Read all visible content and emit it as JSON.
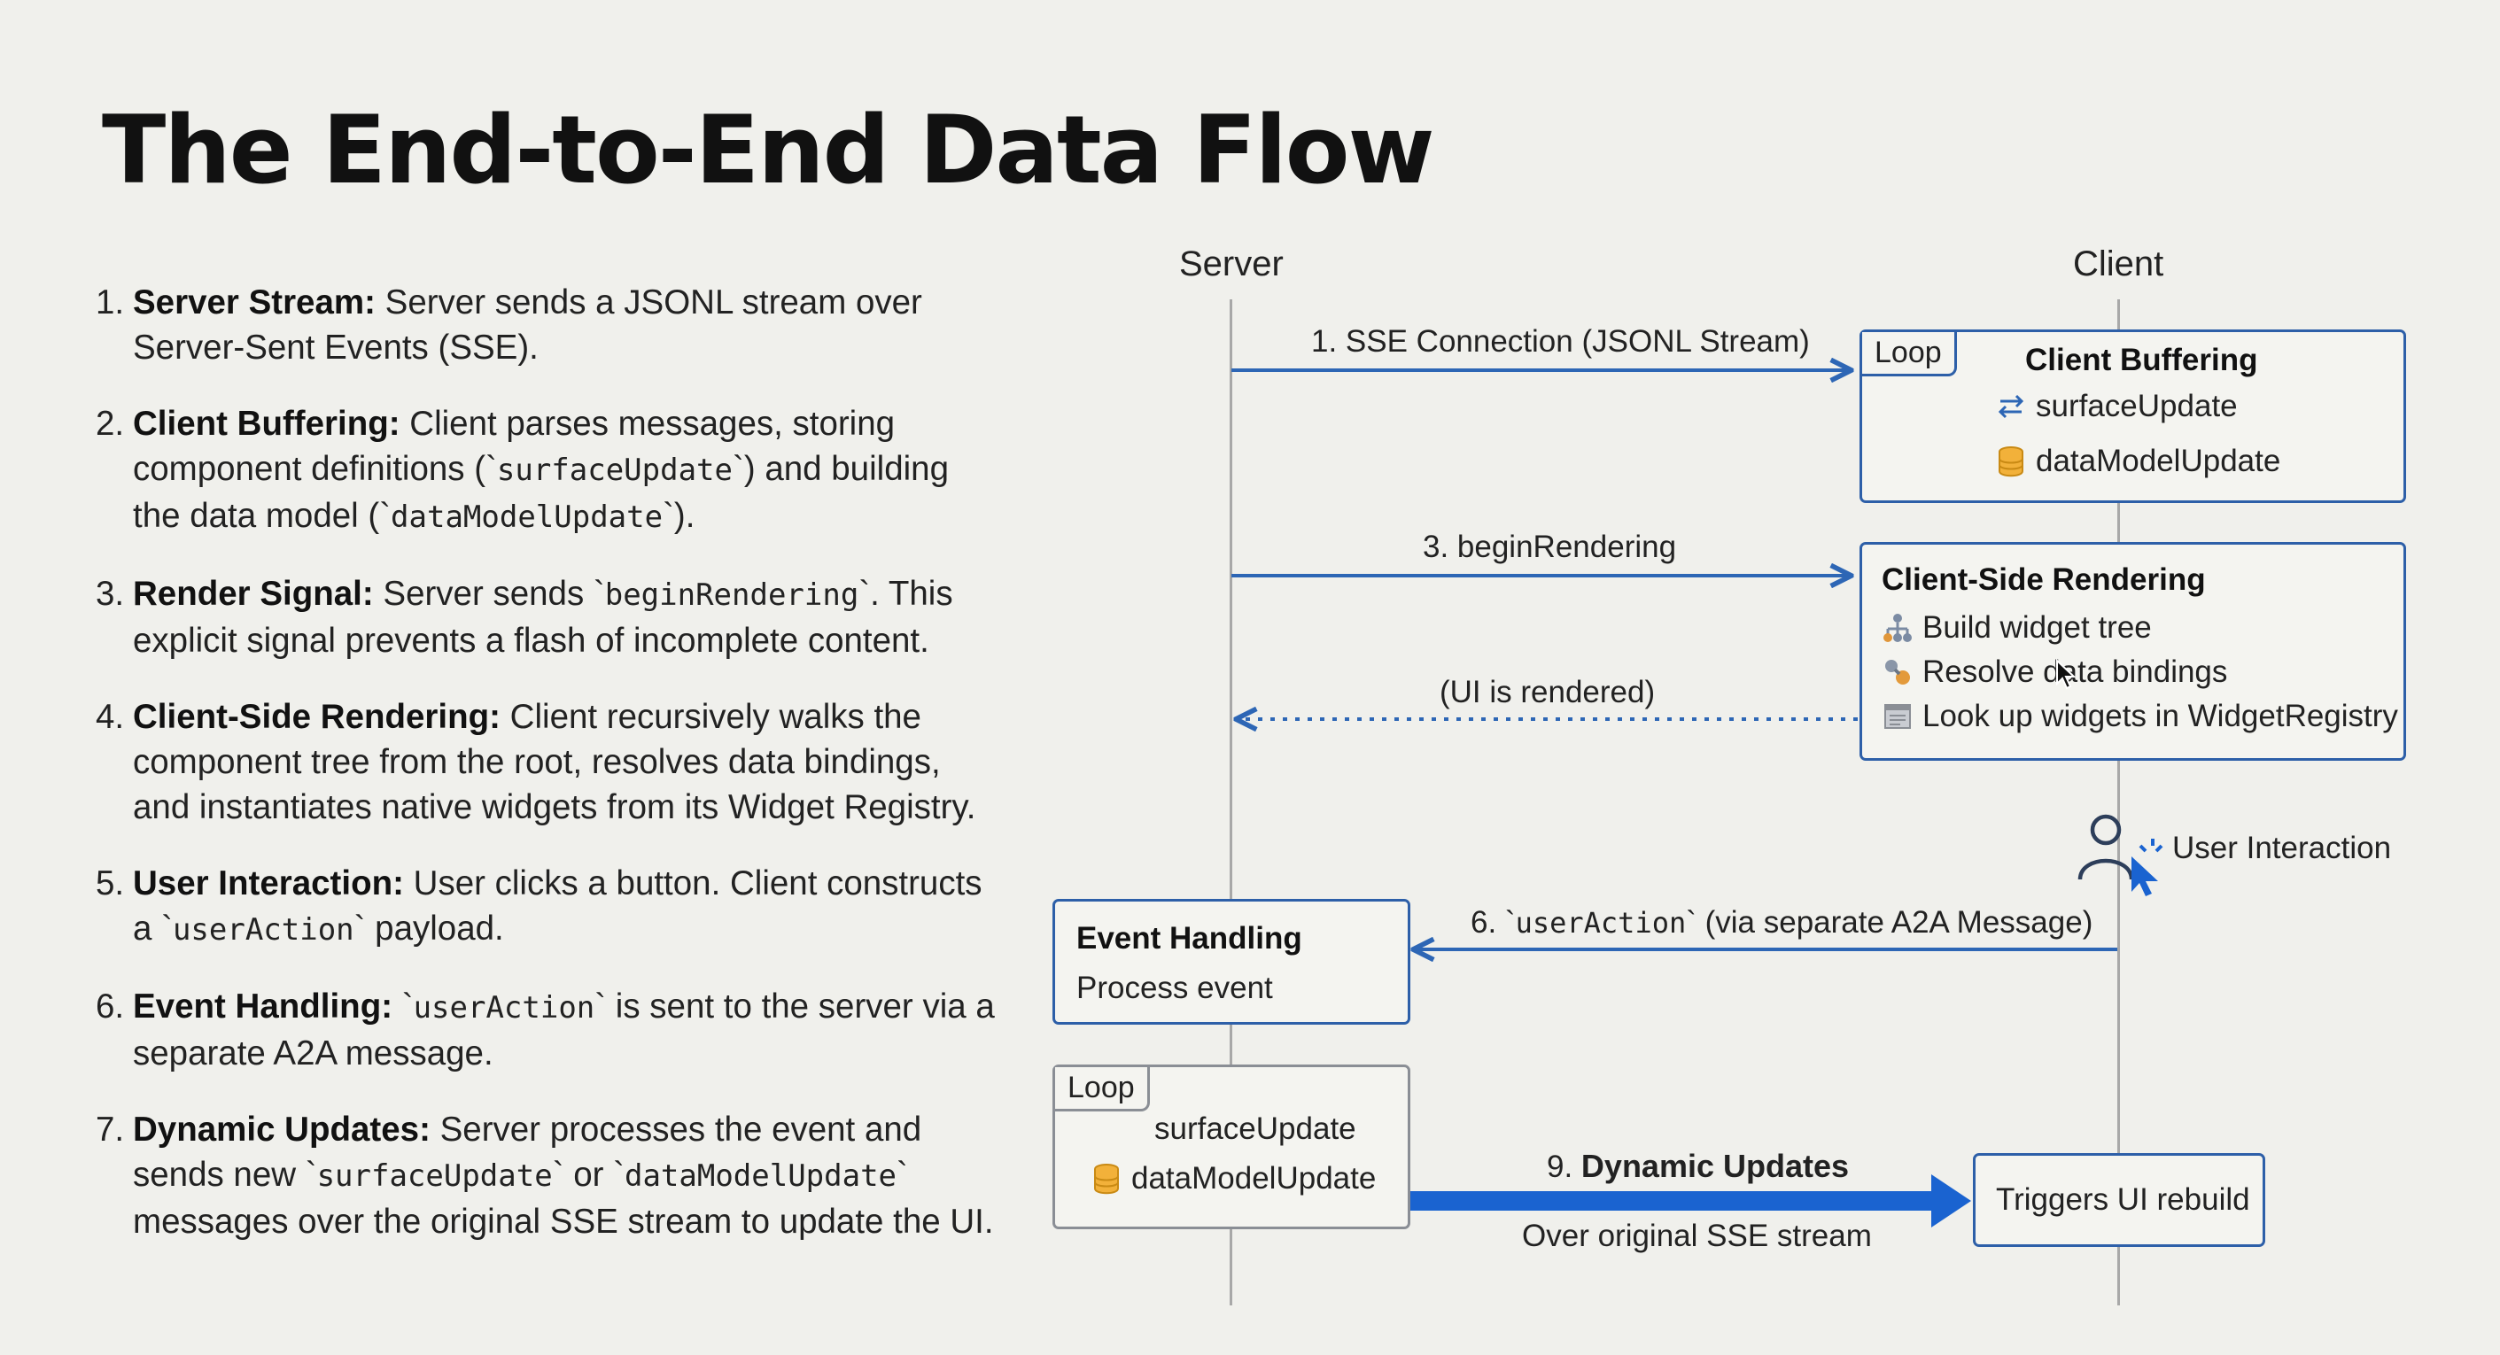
{
  "title": "The End-to-End Data Flow",
  "steps": [
    {
      "num": "1.",
      "title": "Server Stream:",
      "parts": [
        {
          "t": " Server sends a JSONL stream over Server-Sent Events (SSE)."
        }
      ]
    },
    {
      "num": "2.",
      "title": "Client Buffering:",
      "parts": [
        {
          "t": " Client parses messages, storing component definitions (`"
        },
        {
          "c": "surfaceUpdate"
        },
        {
          "t": "`) and building the data model (`"
        },
        {
          "c": "dataModelUpdate"
        },
        {
          "t": "`)."
        }
      ]
    },
    {
      "num": "3.",
      "title": "Render Signal:",
      "parts": [
        {
          "t": " Server sends `"
        },
        {
          "c": "beginRendering"
        },
        {
          "t": "`. This explicit signal prevents a flash of incomplete content."
        }
      ]
    },
    {
      "num": "4.",
      "title": "Client-Side Rendering:",
      "parts": [
        {
          "t": " Client recursively walks the component tree from the root, resolves data bindings, and instantiates native widgets from its Widget Registry."
        }
      ]
    },
    {
      "num": "5.",
      "title": "User Interaction:",
      "parts": [
        {
          "t": " User clicks a button. Client constructs a `"
        },
        {
          "c": "userAction"
        },
        {
          "t": "` payload."
        }
      ]
    },
    {
      "num": "6.",
      "title": "Event Handling:",
      "parts": [
        {
          "t": " `"
        },
        {
          "c": "userAction"
        },
        {
          "t": "` is sent to the server via a separate A2A message."
        }
      ]
    },
    {
      "num": "7.",
      "title": "Dynamic Updates:",
      "parts": [
        {
          "t": " Server processes the event and sends new `"
        },
        {
          "c": "surfaceUpdate"
        },
        {
          "t": "` or `"
        },
        {
          "c": "dataModelUpdate"
        },
        {
          "t": "` messages over the original SSE stream to update the UI."
        }
      ]
    }
  ],
  "diagram": {
    "server_label": "Server",
    "client_label": "Client",
    "client_buffering": {
      "tag": "Loop",
      "title": "Client Buffering",
      "item1": "surfaceUpdate",
      "item2": "dataModelUpdate"
    },
    "client_rendering": {
      "title": "Client-Side Rendering",
      "item1": "Build widget tree",
      "item2": "Resolve data bindings",
      "item3": "Look up widgets in WidgetRegistry"
    },
    "user_interaction": "User Interaction",
    "event_handling": {
      "title": "Event Handling",
      "item1": "Process event"
    },
    "server_loop": {
      "tag": "Loop",
      "item1": "surfaceUpdate",
      "item2": "dataModelUpdate"
    },
    "rebuild": "Triggers UI rebuild",
    "msg1": "1. SSE Connection (JSONL Stream)",
    "msg3": "3. beginRendering",
    "msg_rendered": "(UI is rendered)",
    "msg6_pre": "6. `",
    "msg6_code": "userAction",
    "msg6_post": "` (via separate A2A Message)",
    "msg9_num": "9. ",
    "msg9_title": "Dynamic Updates",
    "msg9_sub": "Over original SSE stream"
  },
  "colors": {
    "arrow": "#2d66b5",
    "box_border": "#2d5fa8",
    "thick_arrow": "#1a63d0",
    "lifeline": "#a8a8a8"
  },
  "icons": [
    "sync-arrows-icon",
    "database-icon",
    "hierarchy-icon",
    "binding-icon",
    "registry-icon",
    "user-cursor-icon"
  ]
}
